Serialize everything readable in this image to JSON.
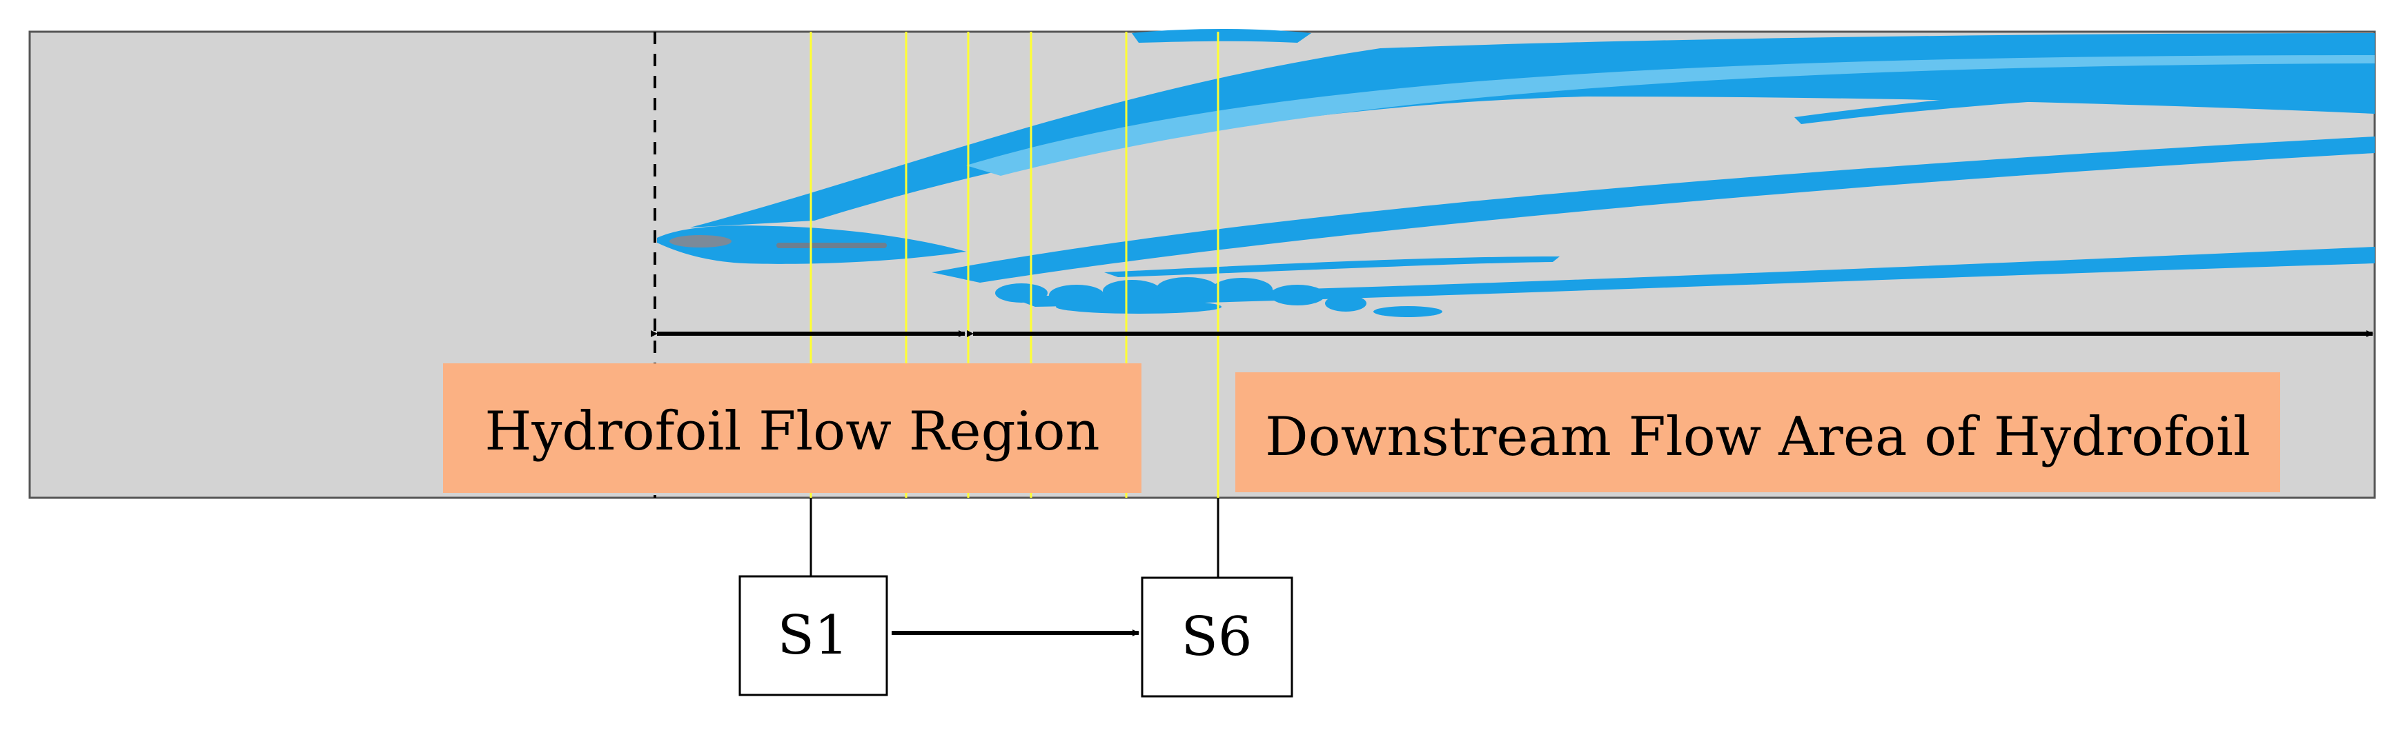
{
  "regions": {
    "hydrofoil_flow_region": "Hydrofoil Flow Region",
    "downstream_flow_area": "Downstream Flow Area of Hydrofoil"
  },
  "sections": {
    "first": "S1",
    "last": "S6"
  },
  "colors": {
    "domain_background": "#d3d3d3",
    "vortex_structure": "#1aa0e6",
    "section_lines": "#ffff33",
    "label_box": "#fbb183",
    "arrows": "#000000"
  }
}
